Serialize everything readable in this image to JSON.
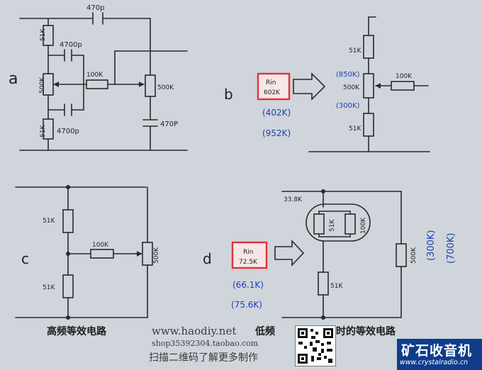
{
  "circuit_a": {
    "label": "a",
    "c_top": "470p",
    "r_top": "51K",
    "c_upper": "4700p",
    "pot_bass": "500K",
    "r_mid": "100K",
    "pot_vol": "500K",
    "c_lower": "4700p",
    "r_bottom": "51K",
    "c_out": "470P"
  },
  "circuit_b": {
    "label": "b",
    "rin_title": "Rin",
    "rin_value": "602K",
    "note1": "(402K)",
    "note2": "(952K)",
    "r_top": "51K",
    "note_top": "(850K)",
    "pot": "500K",
    "note_mid": "(300K)",
    "r_bottom": "51K",
    "r_side": "100K"
  },
  "circuit_c": {
    "label": "c",
    "r_top": "51K",
    "r_bottom": "51K",
    "r_mid": "100K",
    "pot": "500K"
  },
  "circuit_d": {
    "label": "d",
    "top_value": "33.8K",
    "r_loop_left": "51K",
    "r_loop_right": "100K",
    "rin_title": "Rin",
    "rin_value": "72.5K",
    "note1": "(66.1K)",
    "note2": "(75.6K)",
    "r_bottom": "51K",
    "pot": "500K",
    "note_right1": "(300K)",
    "note_right2": "(700K)"
  },
  "captions": {
    "left": "高频等效电路",
    "right": "低频",
    "right_tail": "时的等效电路"
  },
  "watermark": {
    "site": "www.haodiy.net",
    "shop": "shop35392304.taobao.com",
    "scan": "扫描二维码了解更多制作"
  },
  "logo": {
    "name": "矿石收音机",
    "url": "www.crystalradio.cn"
  },
  "colors": {
    "line": "#2a2a2a",
    "note_blue": "#1d3fb8",
    "rin_red": "#e0333b"
  }
}
